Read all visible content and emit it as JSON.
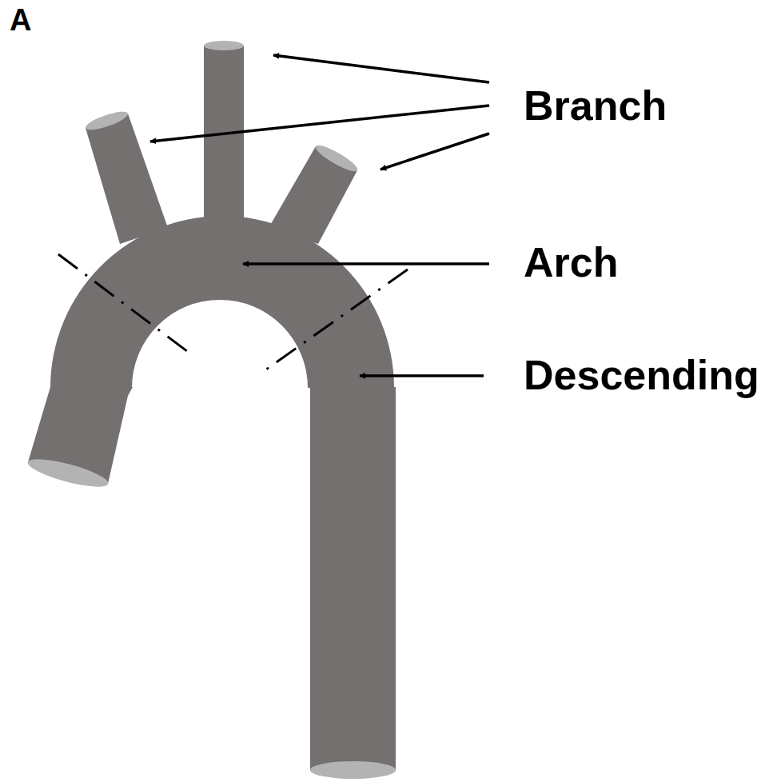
{
  "diagram": {
    "labels": [
      "A",
      "Branch",
      "Arch",
      "Descending"
    ]
  }
}
